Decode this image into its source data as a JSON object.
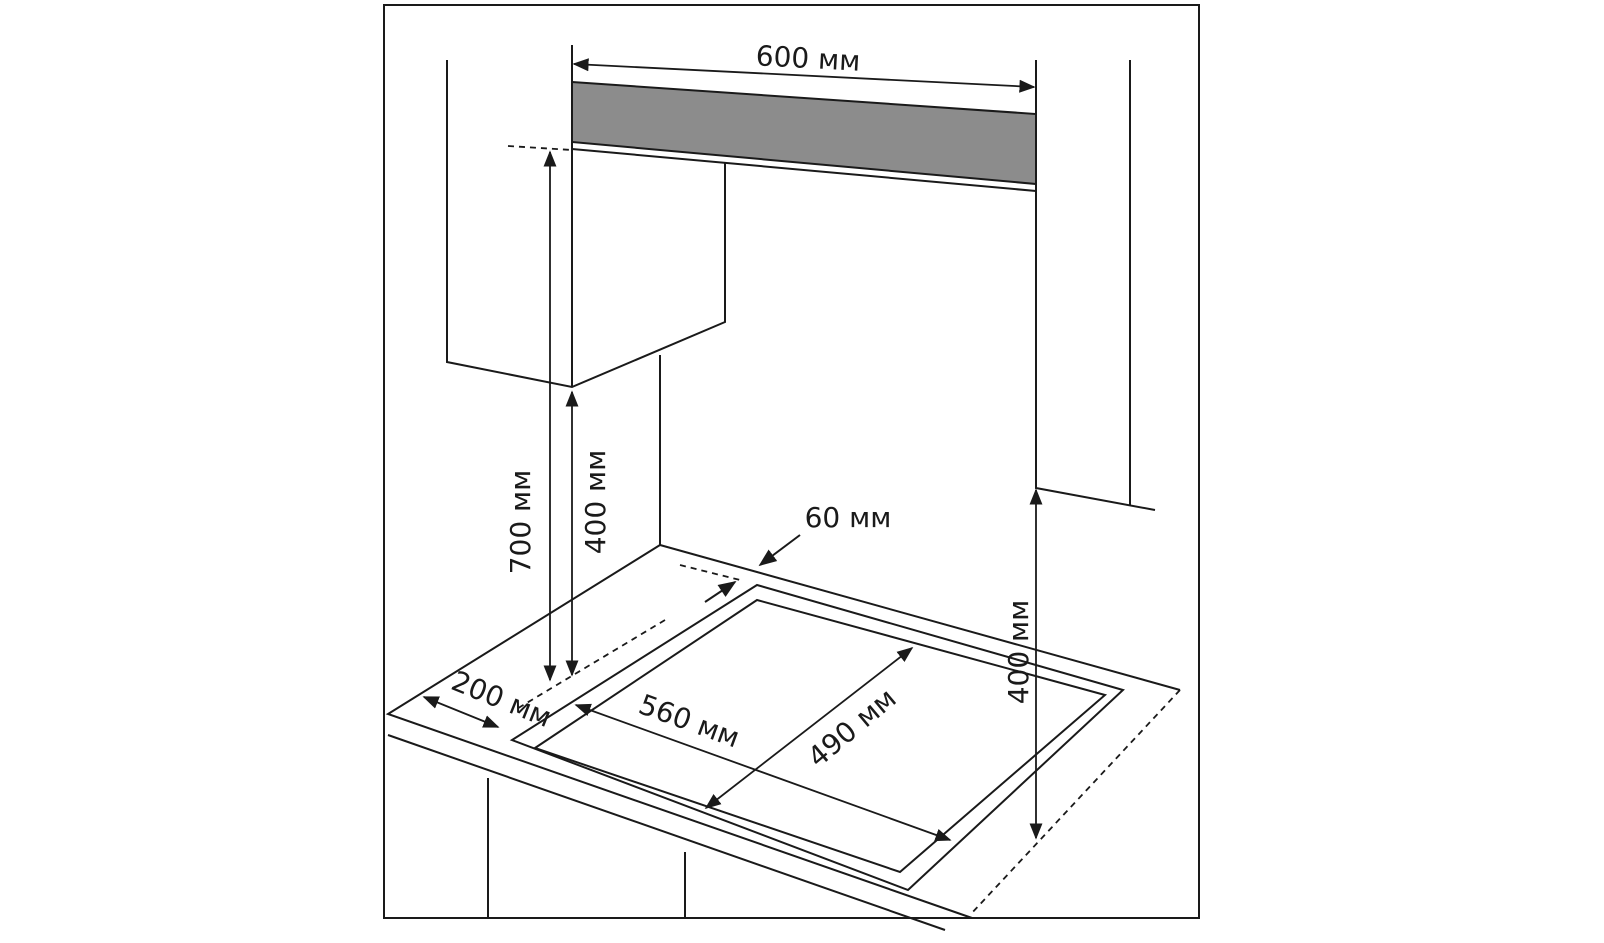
{
  "dimensions": {
    "hood_width": "600 мм",
    "hood_height_from_counter": "700 мм",
    "cabinet_height_left": "400 мм",
    "hob_to_wall": "60 мм",
    "cabinet_height_right": "400 мм",
    "hob_to_side": "200 мм",
    "cutout_width": "560 мм",
    "cutout_depth": "490 мм"
  },
  "colors": {
    "hood": "#8c8c8c",
    "line": "#1a1a1a"
  }
}
